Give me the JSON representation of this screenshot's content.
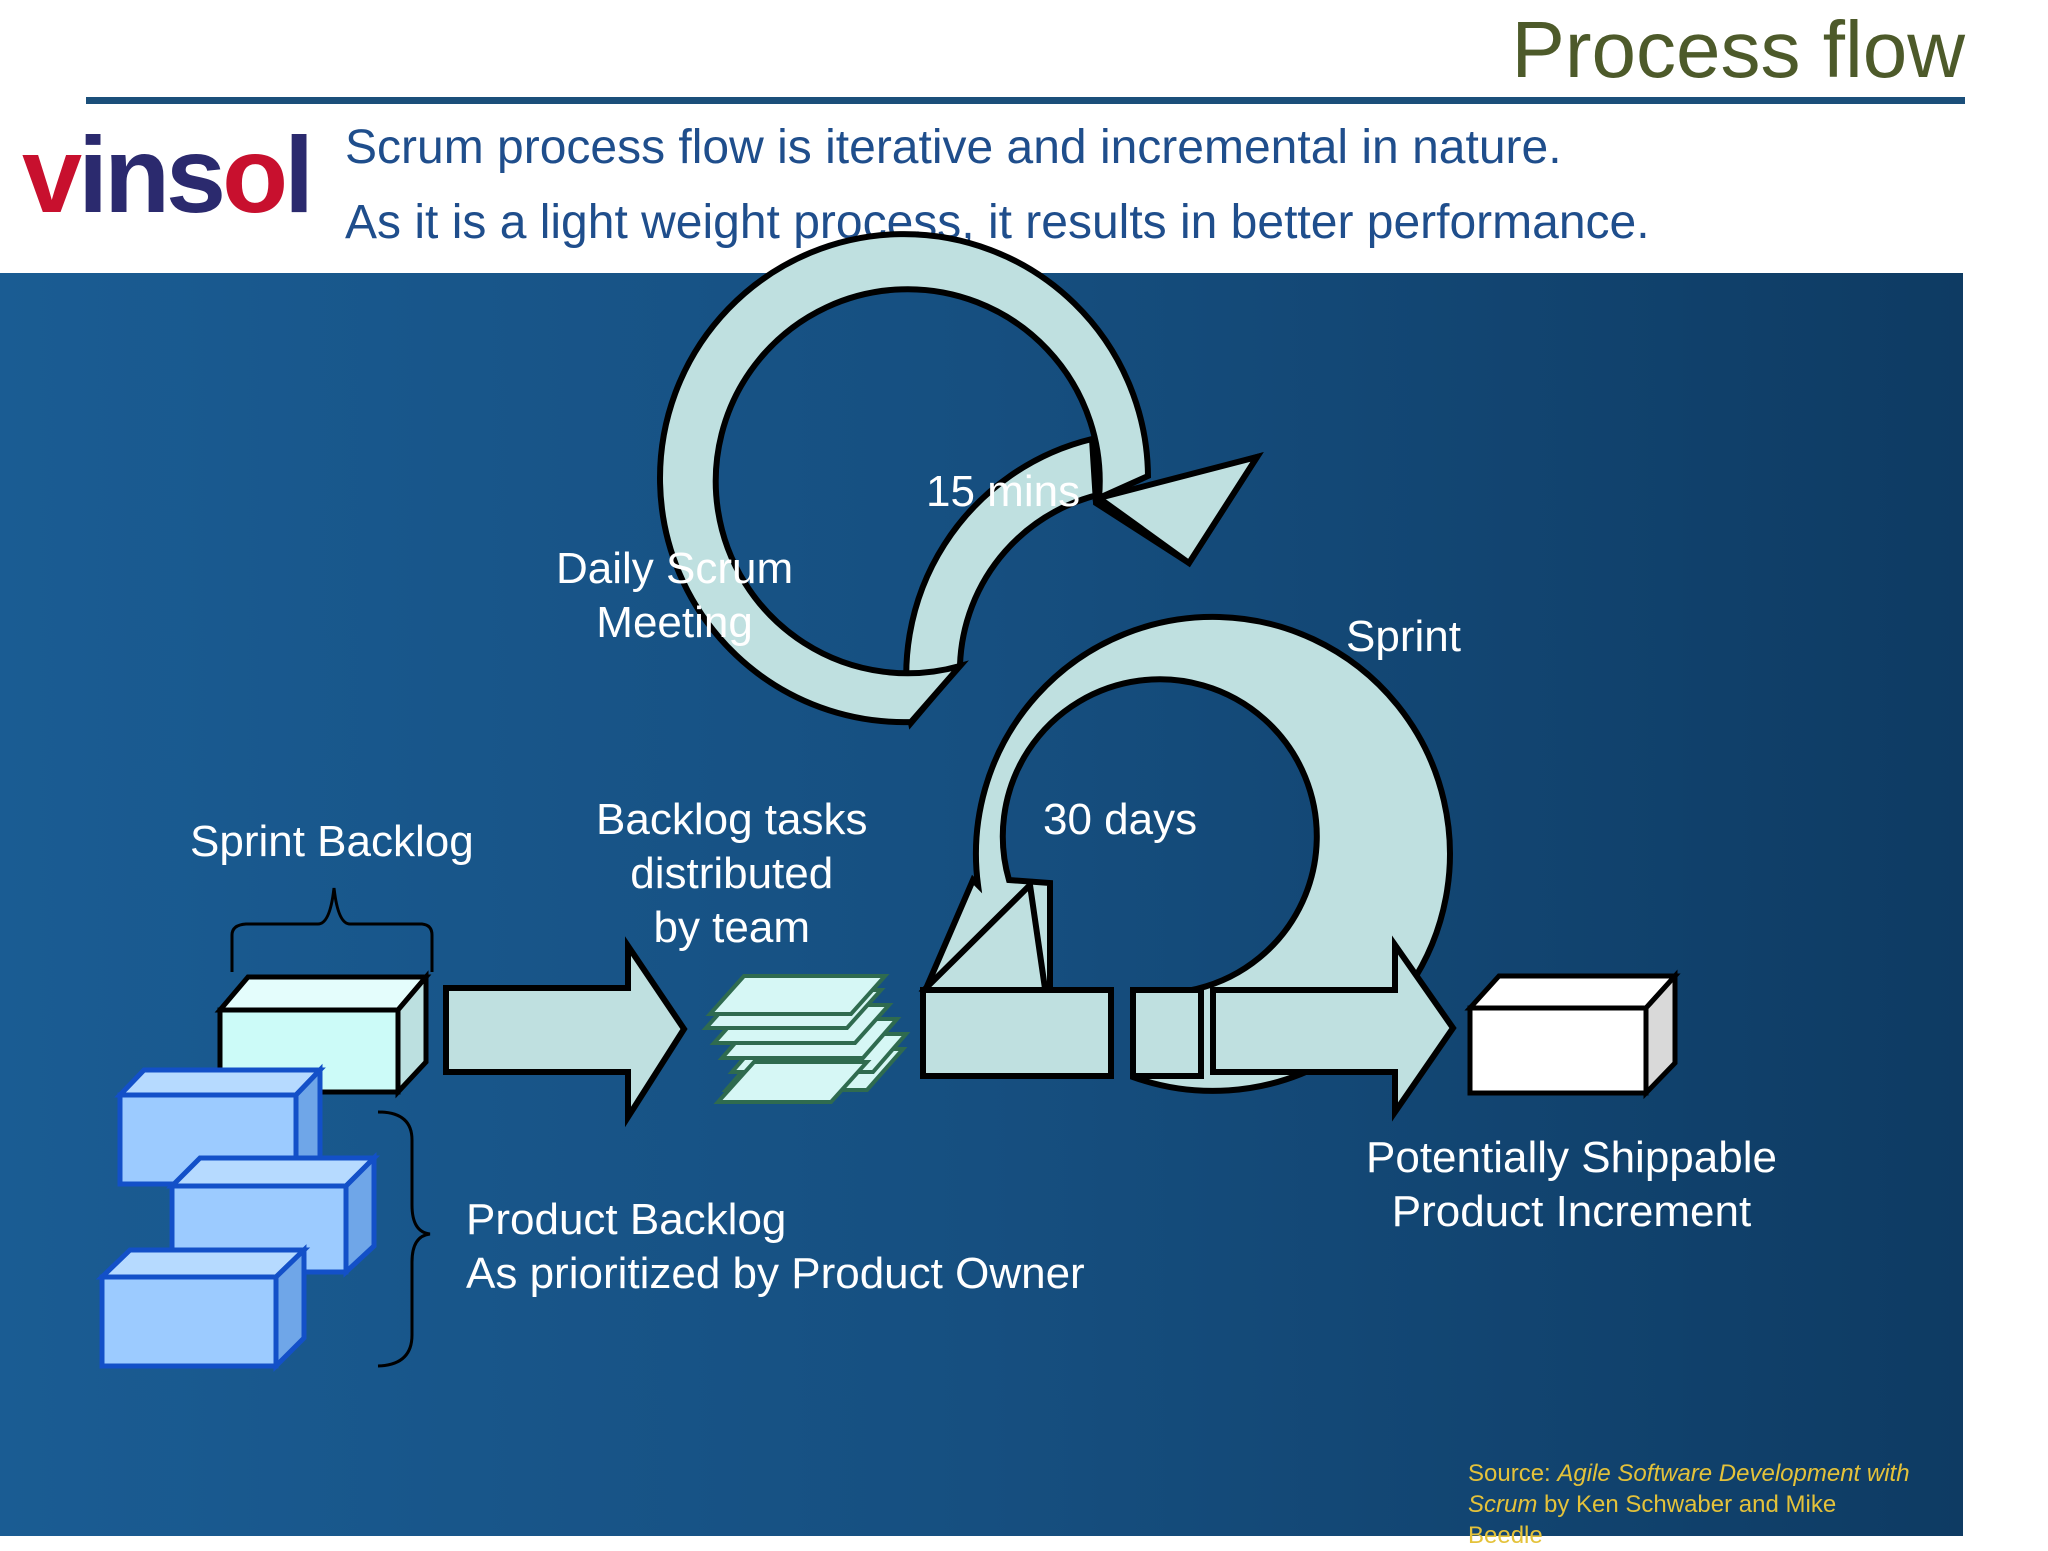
{
  "header": {
    "title": "Process flow",
    "logo_text": "vinsol",
    "intro_line_1": "Scrum process flow is iterative and incremental in nature.",
    "intro_line_2": "As it is a light weight process, it results in better performance."
  },
  "diagram": {
    "daily_scrum_label": "Daily Scrum\nMeeting",
    "daily_duration": "15 mins",
    "sprint_label": "Sprint",
    "sprint_duration": "30 days",
    "sprint_backlog_label": "Sprint Backlog",
    "tasks_label": "Backlog tasks\ndistributed\nby team",
    "product_backlog_label": "Product Backlog",
    "product_backlog_sub": "As prioritized by Product Owner",
    "increment_label": "Potentially Shippable\nProduct Increment"
  },
  "source": {
    "prefix": "Source:  ",
    "title_part_1": "Agile Software Development with",
    "title_part_2": "Scrum",
    "by": " by Ken Schwaber and Mike",
    "author_end": "Beedle"
  },
  "colors": {
    "title": "#4d5a2a",
    "rule": "#1b4f7a",
    "intro_text": "#1f4e8c",
    "panel": "#1a5c93",
    "cycle_arrows": "#bfe0e0",
    "backlog_boxes": "#9ccbff",
    "source_text": "#e4c23a"
  }
}
